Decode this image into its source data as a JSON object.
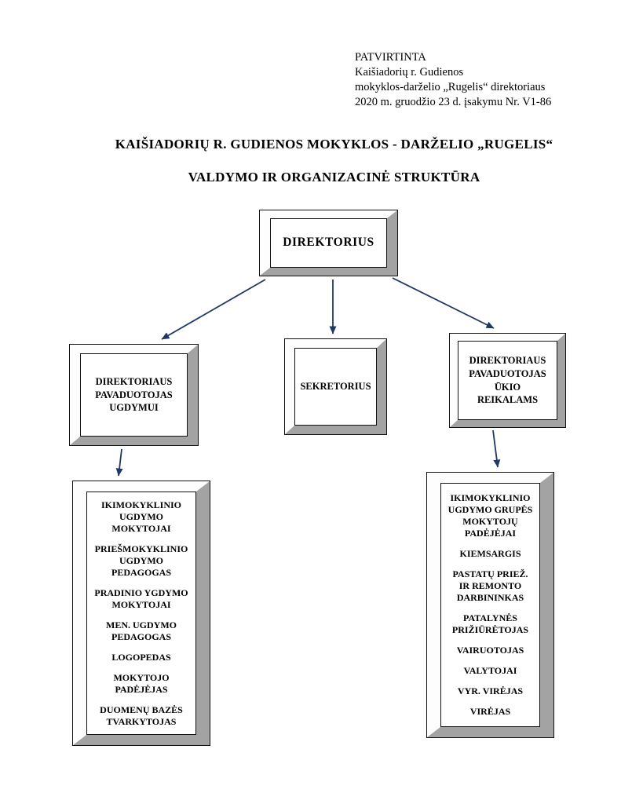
{
  "approval": {
    "lines": [
      "PATVIRTINTA",
      "Kaišiadorių r. Gudienos",
      "mokyklos-darželio „Rugelis“ direktoriaus",
      "2020 m. gruodžio 23 d. įsakymu Nr. V1-86"
    ]
  },
  "title": {
    "line1": "KAIŠIADORIŲ R. GUDIENOS MOKYKLOS - DARŽELIO „RUGELIS“",
    "line2": "VALDYMO IR ORGANIZACINĖ STRUKTŪRA"
  },
  "chart": {
    "director": "DIREKTORIUS",
    "deputy_education": "DIREKTORIAUS\nPAVADUOTOJAS\nUGDYMUI",
    "secretary": "SEKRETORIUS",
    "deputy_household": "DIREKTORIAUS\nPAVADUOTOJAS\nŪKIO\nREIKALAMS",
    "education_staff": [
      "IKIMOKYKLINIO\nUGDYMO\nMOKYTOJAI",
      "PRIEŠMOKYKLINIO\nUGDYMO\nPEDAGOGAS",
      "PRADINIO YGDYMO\nMOKYTOJAI",
      "MEN. UGDYMO\nPEDAGOGAS",
      "LOGOPEDAS",
      "MOKYTOJO\nPADĖJĖJAS",
      "DUOMENŲ BAZĖS\nTVARKYTOJAS"
    ],
    "household_staff": [
      "IKIMOKYKLINIO\nUGDYMO GRUPĖS\nMOKYTOJŲ\nPADĖJĖJAI",
      "KIEMSARGIS",
      "PASTATŲ PRIEŽ.\nIR REMONTO\nDARBININKAS",
      "PATALYNĖS\nPRIŽIŪRĖTOJAS",
      "VAIRUOTOJAS",
      "VALYTOJAI",
      "VYR. VIRĖJAS",
      "VIRĖJAS"
    ]
  },
  "colors": {
    "arrow": "#1f3864",
    "bevel_light": "#fdfdfd",
    "bevel_dark": "#a3a3a3"
  }
}
